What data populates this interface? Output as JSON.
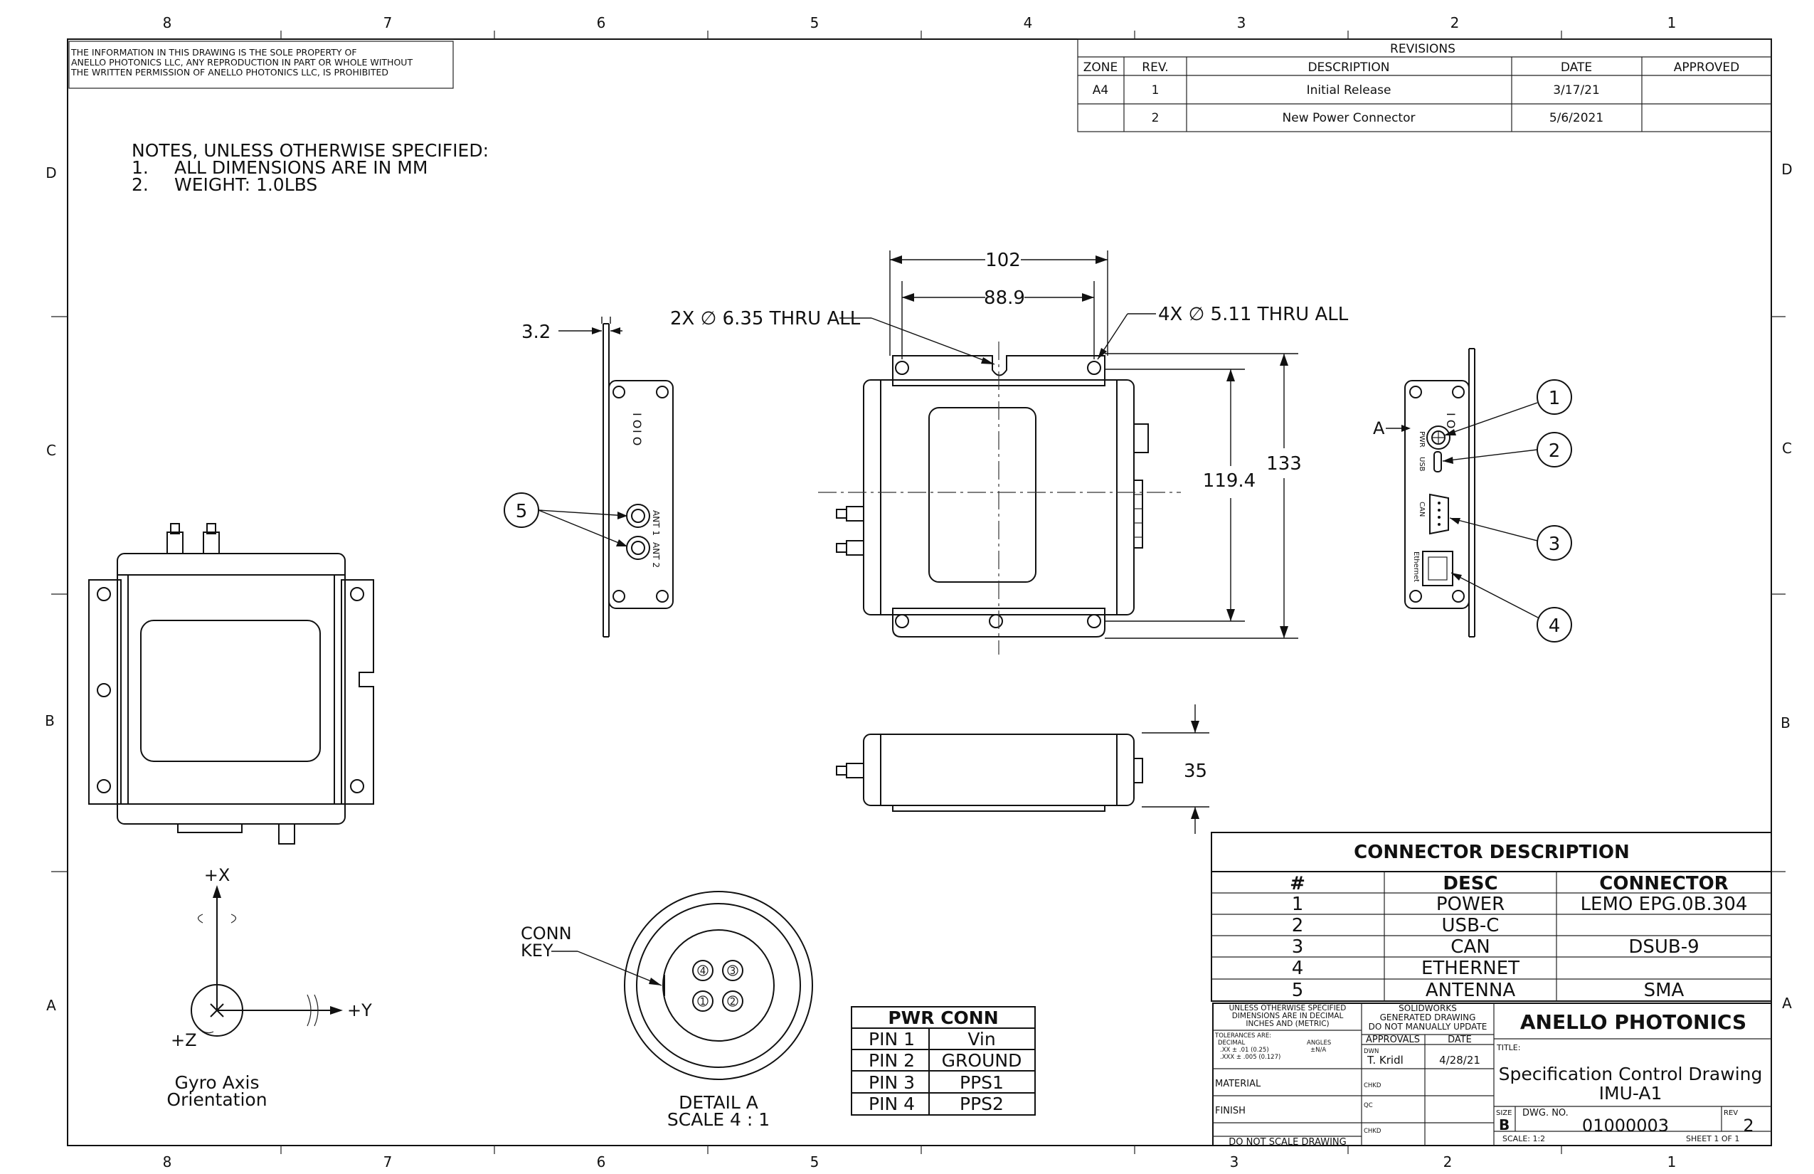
{
  "zone_labels": {
    "columns": [
      "8",
      "7",
      "6",
      "5",
      "4",
      "3",
      "2",
      "1"
    ],
    "rows": [
      "D",
      "C",
      "B",
      "A"
    ]
  },
  "proprietary_notice": [
    "THE INFORMATION IN THIS DRAWING IS THE SOLE PROPERTY OF",
    "ANELLO PHOTONICS LLC, ANY REPRODUCTION IN PART OR WHOLE WITHOUT",
    "THE WRITTEN PERMISSION OF ANELLO PHOTONICS LLC, IS PROHIBITED"
  ],
  "notes": {
    "heading": "NOTES, UNLESS OTHERWISE SPECIFIED:",
    "items": [
      {
        "num": "1.",
        "text": "ALL DIMENSIONS ARE IN MM"
      },
      {
        "num": "2.",
        "text": "WEIGHT: 1.0LBS"
      }
    ]
  },
  "revisions": {
    "title": "REVISIONS",
    "headers": [
      "ZONE",
      "REV.",
      "DESCRIPTION",
      "DATE",
      "APPROVED"
    ],
    "rows": [
      [
        "A4",
        "1",
        "Initial Release",
        "3/17/21",
        ""
      ],
      [
        "",
        "2",
        "New Power Connector",
        "5/6/2021",
        ""
      ]
    ]
  },
  "dimensions": {
    "width_overall": "102",
    "hole_spacing": "88.9",
    "height_overall": "133",
    "hole_vertical": "119.4",
    "flange_thickness": "3.2",
    "depth": "35",
    "slot_callout": "2X  ∅ 6.35 THRU ALL",
    "hole_callout": "4X  ∅ 5.11 THRU ALL",
    "detail_ref": "A"
  },
  "balloons": [
    "1",
    "2",
    "3",
    "4",
    "5"
  ],
  "connector_labels": {
    "pwr": "PWR",
    "usb": "USB",
    "can": "CAN",
    "eth": "Ethernet",
    "ant1": "ANT 1",
    "ant2": "ANT 2",
    "io": "I O"
  },
  "connector_table": {
    "title": "CONNECTOR DESCRIPTION",
    "headers": [
      "#",
      "DESC",
      "CONNECTOR"
    ],
    "rows": [
      [
        "1",
        "POWER",
        "LEMO EPG.0B.304"
      ],
      [
        "2",
        "USB-C",
        ""
      ],
      [
        "3",
        "CAN",
        "DSUB-9"
      ],
      [
        "4",
        "ETHERNET",
        ""
      ],
      [
        "5",
        "ANTENNA",
        "SMA"
      ]
    ]
  },
  "pwr_table": {
    "title": "PWR CONN",
    "rows": [
      [
        "PIN 1",
        "Vin"
      ],
      [
        "PIN 2",
        "GROUND"
      ],
      [
        "PIN 3",
        "PPS1"
      ],
      [
        "PIN 4",
        "PPS2"
      ]
    ]
  },
  "detail": {
    "conn_key": [
      "CONN",
      "KEY"
    ],
    "pins": [
      "4",
      "3",
      "1",
      "2"
    ],
    "label": "DETAIL A",
    "scale": "SCALE 4 : 1"
  },
  "axes": {
    "x": "+X",
    "y": "+Y",
    "z": "+Z",
    "caption": [
      "Gyro Axis",
      "Orientation"
    ]
  },
  "title_block": {
    "tolerance_note": [
      "UNLESS OTHERWISE SPECIFIED",
      "DIMENSIONS ARE IN DECIMAL",
      "INCHES AND (METRIC)"
    ],
    "generated_note": [
      "SOLIDWORKS",
      "GENERATED DRAWING",
      "DO NOT MANUALLY UPDATE"
    ],
    "tolerances": [
      "TOLERANCES ARE:",
      "DECIMAL",
      ".XX ± .01 (0.25)",
      ".XXX ± .005 (0.127)"
    ],
    "angles": [
      "ANGLES",
      "±N/A"
    ],
    "approvals_label": "APPROVALS",
    "date_label": "DATE",
    "dwn_label": "DWN",
    "dwn_name": "T. Kridl",
    "dwn_date": "4/28/21",
    "chkd_label": "CHKD",
    "qc_label": "QC",
    "material_label": "MATERIAL",
    "finish_label": "FINISH",
    "no_scale": "DO NOT SCALE DRAWING",
    "company": "ANELLO PHOTONICS",
    "title_label": "TITLE:",
    "title_line1": "Specification Control Drawing",
    "title_line2": "IMU-A1",
    "size_label": "SIZE",
    "size": "B",
    "dwg_label": "DWG.  NO.",
    "dwg_no": "01000003",
    "rev_label": "REV",
    "rev": "2",
    "scale": "SCALE: 1:2",
    "sheet": "SHEET 1 OF 1"
  }
}
